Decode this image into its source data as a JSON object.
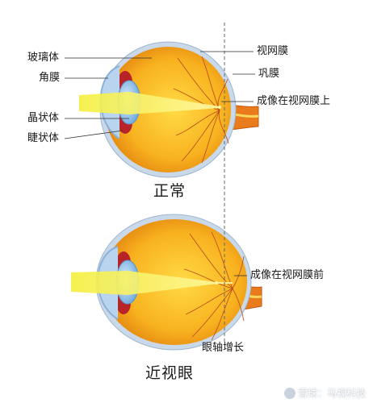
{
  "labels": {
    "vitreous": "玻璃体",
    "cornea": "角膜",
    "lens": "晶状体",
    "ciliary": "睫状体",
    "retina": "视网膜",
    "sclera": "巩膜",
    "image_on_retina": "成像在视网膜上",
    "image_in_front": "成像在视网膜前",
    "axial_growth": "眼轴增长"
  },
  "captions": {
    "normal": "正常",
    "myopia": "近视眼"
  },
  "watermark": "雪球：马视科技",
  "colors": {
    "eyeball_center": "#ffd23a",
    "eyeball_edge": "#e88a10",
    "sclera": "#c7d7e8",
    "cornea": "#9cc2e6",
    "iris": "#c02a2e",
    "light_beam": "#f5ef3a",
    "nerve": "#e6791c",
    "vessels": "#b8481a"
  }
}
